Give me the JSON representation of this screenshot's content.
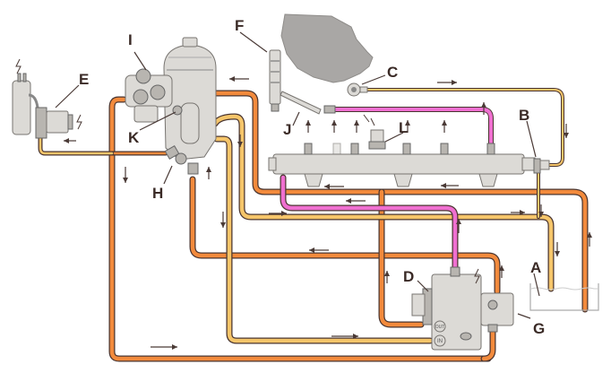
{
  "title": "Common rail fuel system flow diagram",
  "colors": {
    "supply_low_pressure": "#f5c56a",
    "return_line": "#f28a3c",
    "high_pressure": "#ef6fd0",
    "outline": "#4a3530",
    "component_gray": "#dcdad6",
    "engine_block": "#a9a7a5"
  },
  "labels": {
    "A": "A",
    "B": "B",
    "C": "C",
    "D": "D",
    "E": "E",
    "F": "F",
    "G": "G",
    "H": "H",
    "I": "I",
    "J": "J",
    "K": "K",
    "L": "L"
  },
  "pump_ports": {
    "out": "OUT",
    "in": "IN"
  },
  "components": [
    {
      "id": "A",
      "name": "fuel-tank"
    },
    {
      "id": "B",
      "name": "pressure-limiting-valve"
    },
    {
      "id": "C",
      "name": "cylinder-head-return-fitting"
    },
    {
      "id": "D",
      "name": "high-pressure-pump"
    },
    {
      "id": "E",
      "name": "fuel-heater-valve"
    },
    {
      "id": "F",
      "name": "injector"
    },
    {
      "id": "G",
      "name": "gear-pump"
    },
    {
      "id": "H",
      "name": "filter-drain"
    },
    {
      "id": "I",
      "name": "primer-pump"
    },
    {
      "id": "J",
      "name": "high-pressure-connector"
    },
    {
      "id": "K",
      "name": "filter-heater"
    },
    {
      "id": "L",
      "name": "rail-pressure-sensor"
    }
  ]
}
